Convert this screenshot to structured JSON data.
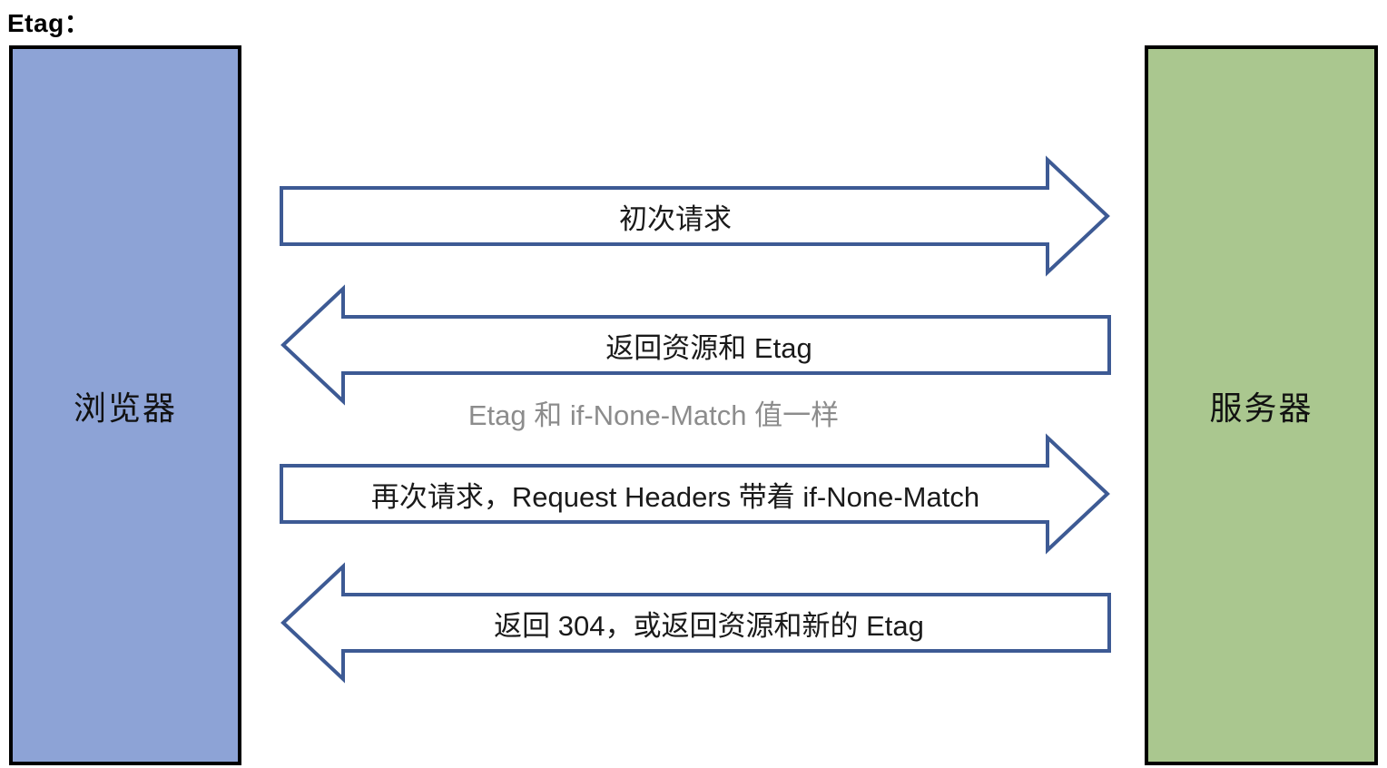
{
  "title": "Etag：",
  "diagram": {
    "left_box": {
      "label": "浏览器"
    },
    "right_box": {
      "label": "服务器"
    },
    "arrows": [
      {
        "direction": "right",
        "label": "初次请求"
      },
      {
        "direction": "left",
        "label": "返回资源和 Etag"
      },
      {
        "direction": "right",
        "label": "再次请求，Request Headers 带着 if-None-Match"
      },
      {
        "direction": "left",
        "label": "返回 304，或返回资源和新的 Etag"
      }
    ],
    "note": "Etag 和 if-None-Match 值一样"
  },
  "colors": {
    "left_box": "#8da3d6",
    "right_box": "#aac78f",
    "box_border": "#000000",
    "arrow_fill": "#ffffff",
    "arrow_stroke": "#3d5a94",
    "note_text": "#8c8c8c"
  }
}
